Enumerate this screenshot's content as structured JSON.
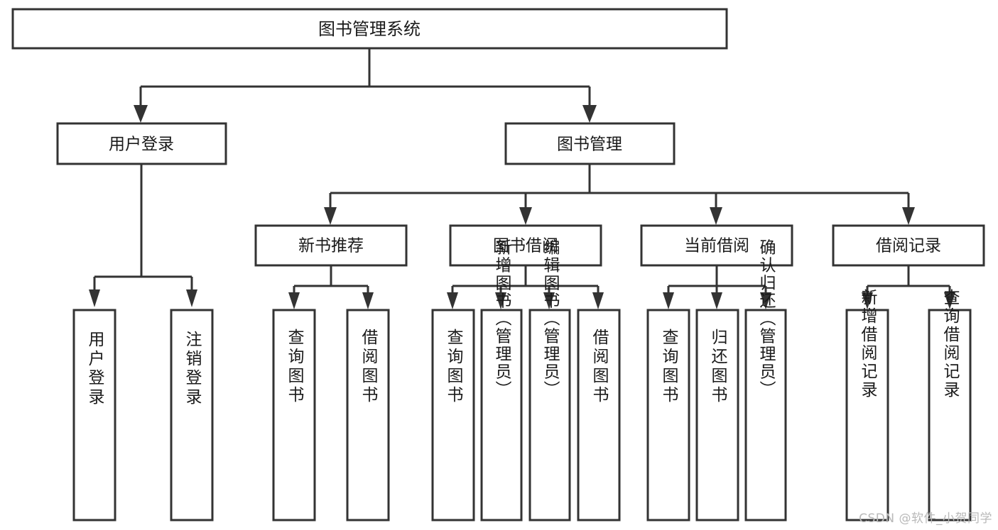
{
  "diagram": {
    "type": "hierarchy-tree",
    "title": "图书管理系统",
    "root": {
      "id": "root",
      "label": "图书管理系统",
      "level": 0
    },
    "level2": [
      {
        "id": "user-login",
        "label": "用户登录"
      },
      {
        "id": "book-manage",
        "label": "图书管理"
      }
    ],
    "level3": [
      {
        "id": "new-book-rec",
        "label": "新书推荐",
        "parent": "book-manage"
      },
      {
        "id": "book-borrow",
        "label": "图书借阅",
        "parent": "book-manage"
      },
      {
        "id": "current-borrow",
        "label": "当前借阅",
        "parent": "book-manage"
      },
      {
        "id": "borrow-record",
        "label": "借阅记录",
        "parent": "book-manage"
      }
    ],
    "leaves": [
      {
        "id": "leaf-user-login",
        "label": "用户登录",
        "parent": "user-login"
      },
      {
        "id": "leaf-logout-login",
        "label": "注销登录",
        "parent": "user-login"
      },
      {
        "id": "leaf-query-book-1",
        "label": "查询图书",
        "parent": "new-book-rec"
      },
      {
        "id": "leaf-borrow-book-1",
        "label": "借阅图书",
        "parent": "new-book-rec"
      },
      {
        "id": "leaf-query-book-2",
        "label": "查询图书",
        "parent": "book-borrow"
      },
      {
        "id": "leaf-add-book",
        "label": "新增图书（管理员）",
        "parent": "book-borrow"
      },
      {
        "id": "leaf-edit-book",
        "label": "编辑图书（管理员）",
        "parent": "book-borrow"
      },
      {
        "id": "leaf-borrow-book-2",
        "label": "借阅图书",
        "parent": "book-borrow"
      },
      {
        "id": "leaf-query-book-3",
        "label": "查询图书",
        "parent": "current-borrow"
      },
      {
        "id": "leaf-return-book",
        "label": "归还图书",
        "parent": "current-borrow"
      },
      {
        "id": "leaf-confirm-return",
        "label": "确认归还（管理员）",
        "parent": "current-borrow"
      },
      {
        "id": "leaf-add-record",
        "label": "新增借阅记录",
        "parent": "borrow-record"
      },
      {
        "id": "leaf-query-record",
        "label": "查询借阅记录",
        "parent": "borrow-record"
      }
    ]
  },
  "watermark": {
    "text": "CSDN @软件_小贺同学"
  },
  "colors": {
    "box_stroke": "#333333",
    "box_fill": "#ffffff",
    "text": "#1a1a1a",
    "background": "#ffffff",
    "watermark": "#b9b9b9"
  }
}
